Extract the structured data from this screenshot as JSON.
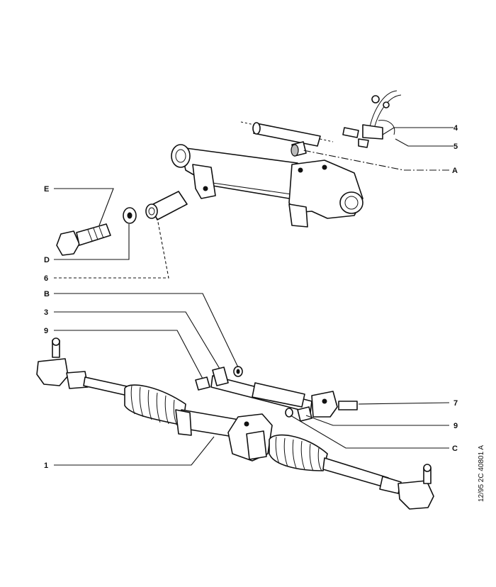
{
  "callouts": {
    "E": "E",
    "D": "D",
    "six": "6",
    "four": "4",
    "five": "5",
    "A": "A",
    "B": "B",
    "three": "3",
    "nine_left": "9",
    "one": "1",
    "seven": "7",
    "nine_right": "9",
    "C": "C"
  },
  "reference_code": "12/95  2C 40801 A"
}
